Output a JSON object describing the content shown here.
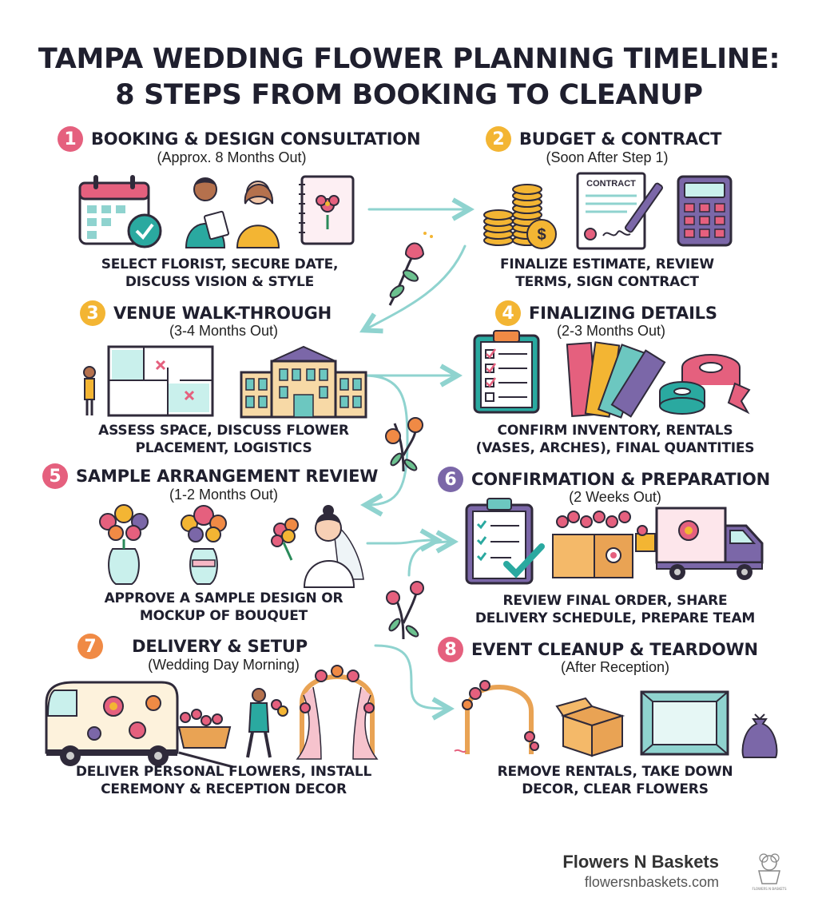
{
  "title": {
    "line1": "TAMPA WEDDING FLOWER PLANNING TIMELINE:",
    "line2": "8 STEPS FROM BOOKING TO CLEANUP"
  },
  "steps": [
    {
      "number": "1",
      "title": "BOOKING & DESIGN CONSULTATION",
      "timing": "(Approx. 8 Months Out)",
      "desc": [
        "SELECT FLORIST, SECURE DATE,",
        "DISCUSS VISION & STYLE"
      ],
      "color": "#e5607e"
    },
    {
      "number": "2",
      "title": "BUDGET & CONTRACT",
      "timing": "(Soon After Step 1)",
      "desc": [
        "FINALIZE ESTIMATE, REVIEW",
        "TERMS, SIGN CONTRACT"
      ],
      "color": "#f3b533"
    },
    {
      "number": "3",
      "title": "VENUE WALK-THROUGH",
      "timing": "(3-4 Months Out)",
      "desc": [
        "ASSESS SPACE, DISCUSS FLOWER",
        "PLACEMENT, LOGISTICS"
      ],
      "color": "#f3b533"
    },
    {
      "number": "4",
      "title": "FINALIZING DETAILS",
      "timing": "(2-3 Months Out)",
      "desc": [
        "CONFIRM INVENTORY, RENTALS",
        "(VASES, ARCHES), FINAL QUANTITIES"
      ],
      "color": "#f3b533"
    },
    {
      "number": "5",
      "title": "SAMPLE ARRANGEMENT REVIEW",
      "timing": "(1-2 Months Out)",
      "desc": [
        "APPROVE A SAMPLE DESIGN OR",
        "MOCKUP OF BOUQUET"
      ],
      "color": "#e5607e"
    },
    {
      "number": "6",
      "title": "CONFIRMATION & PREPARATION",
      "timing": "(2 Weeks Out)",
      "desc": [
        "REVIEW FINAL ORDER, SHARE",
        "DELIVERY SCHEDULE, PREPARE TEAM"
      ],
      "color": "#7b67a8"
    },
    {
      "number": "7",
      "title": "DELIVERY & SETUP",
      "timing": "(Wedding Day Morning)",
      "desc": [
        "DELIVER PERSONAL FLOWERS, INSTALL",
        "CEREMONY & RECEPTION DECOR"
      ],
      "color": "#f08a45"
    },
    {
      "number": "8",
      "title": "EVENT CLEANUP & TEARDOWN",
      "timing": "(After Reception)",
      "desc": [
        "REMOVE RENTALS, TAKE DOWN",
        "DECOR, CLEAR FLOWERS"
      ],
      "color": "#e5607e"
    }
  ],
  "illustrations": {
    "contract_label": "CONTRACT"
  },
  "brand": {
    "name": "Flowers N Baskets",
    "url": "flowersnbaskets.com",
    "logo_text": "FLOWERS N BASKETS"
  },
  "colors": {
    "pink": "#e5607e",
    "yellow": "#f3b533",
    "purple": "#7b67a8",
    "orange": "#f08a45",
    "teal": "#8fd3cf",
    "dark": "#1f1f2e"
  },
  "icons": [
    "calendar-icon",
    "people-icon",
    "sketchbook-icon",
    "coins-icon",
    "contract-icon",
    "calculator-icon",
    "floor-plan-icon",
    "building-icon",
    "checklist-icon",
    "swatches-icon",
    "ribbon-icon",
    "vase-icon",
    "bride-icon",
    "clipboard-icon",
    "flower-crate-icon",
    "delivery-truck-icon",
    "van-icon",
    "arch-icon",
    "box-icon",
    "mirror-icon",
    "trash-bag-icon"
  ]
}
